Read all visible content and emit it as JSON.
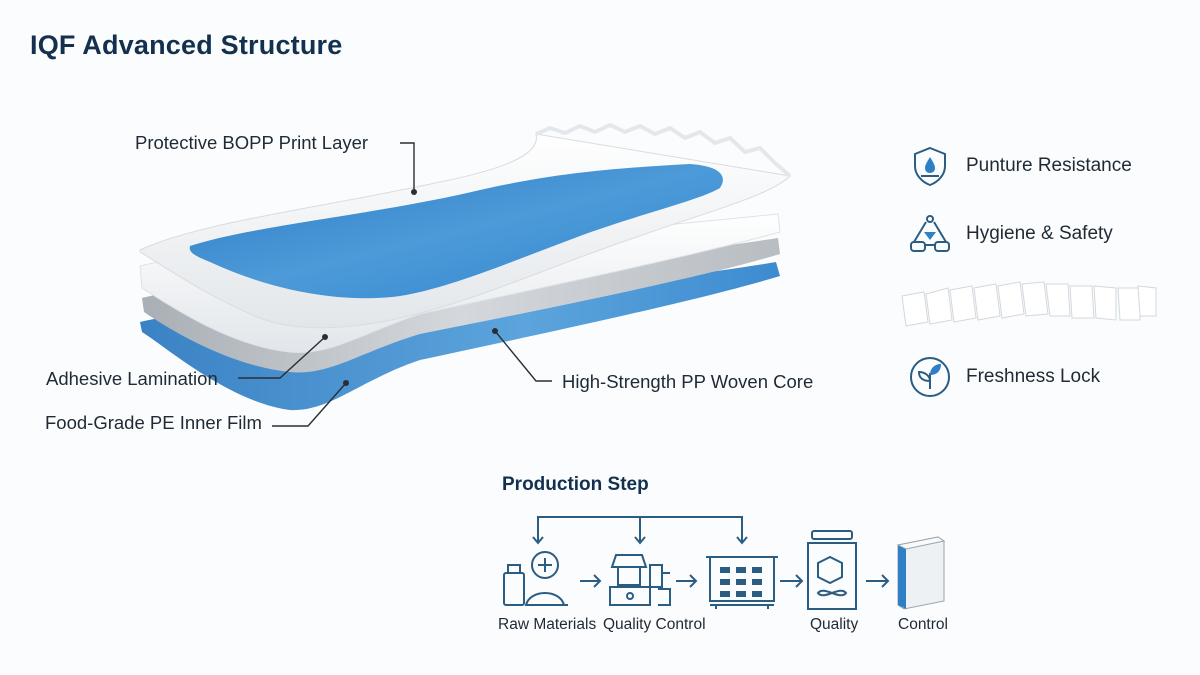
{
  "title": "IQF Advanced Structure",
  "layers": {
    "top": "Protective BOPP Print Layer",
    "adhesive": "Adhesive Lamination",
    "inner": "Food-Grade PE Inner Film",
    "core": "High-Strength PP Woven Core"
  },
  "features": [
    {
      "label": "Punture Resistance",
      "icon": "shield-drop-icon"
    },
    {
      "label": "Hygiene & Safety",
      "icon": "flask-glasses-icon"
    },
    {
      "label": "Freshness Lock",
      "icon": "leaf-circle-icon"
    }
  ],
  "production": {
    "title": "Production Step",
    "steps": [
      "Raw Materials",
      "Quality Control",
      "Quality",
      "Control"
    ]
  },
  "colors": {
    "accent": "#2e7fc6",
    "title": "#13314f",
    "icon": "#2b5d83"
  }
}
